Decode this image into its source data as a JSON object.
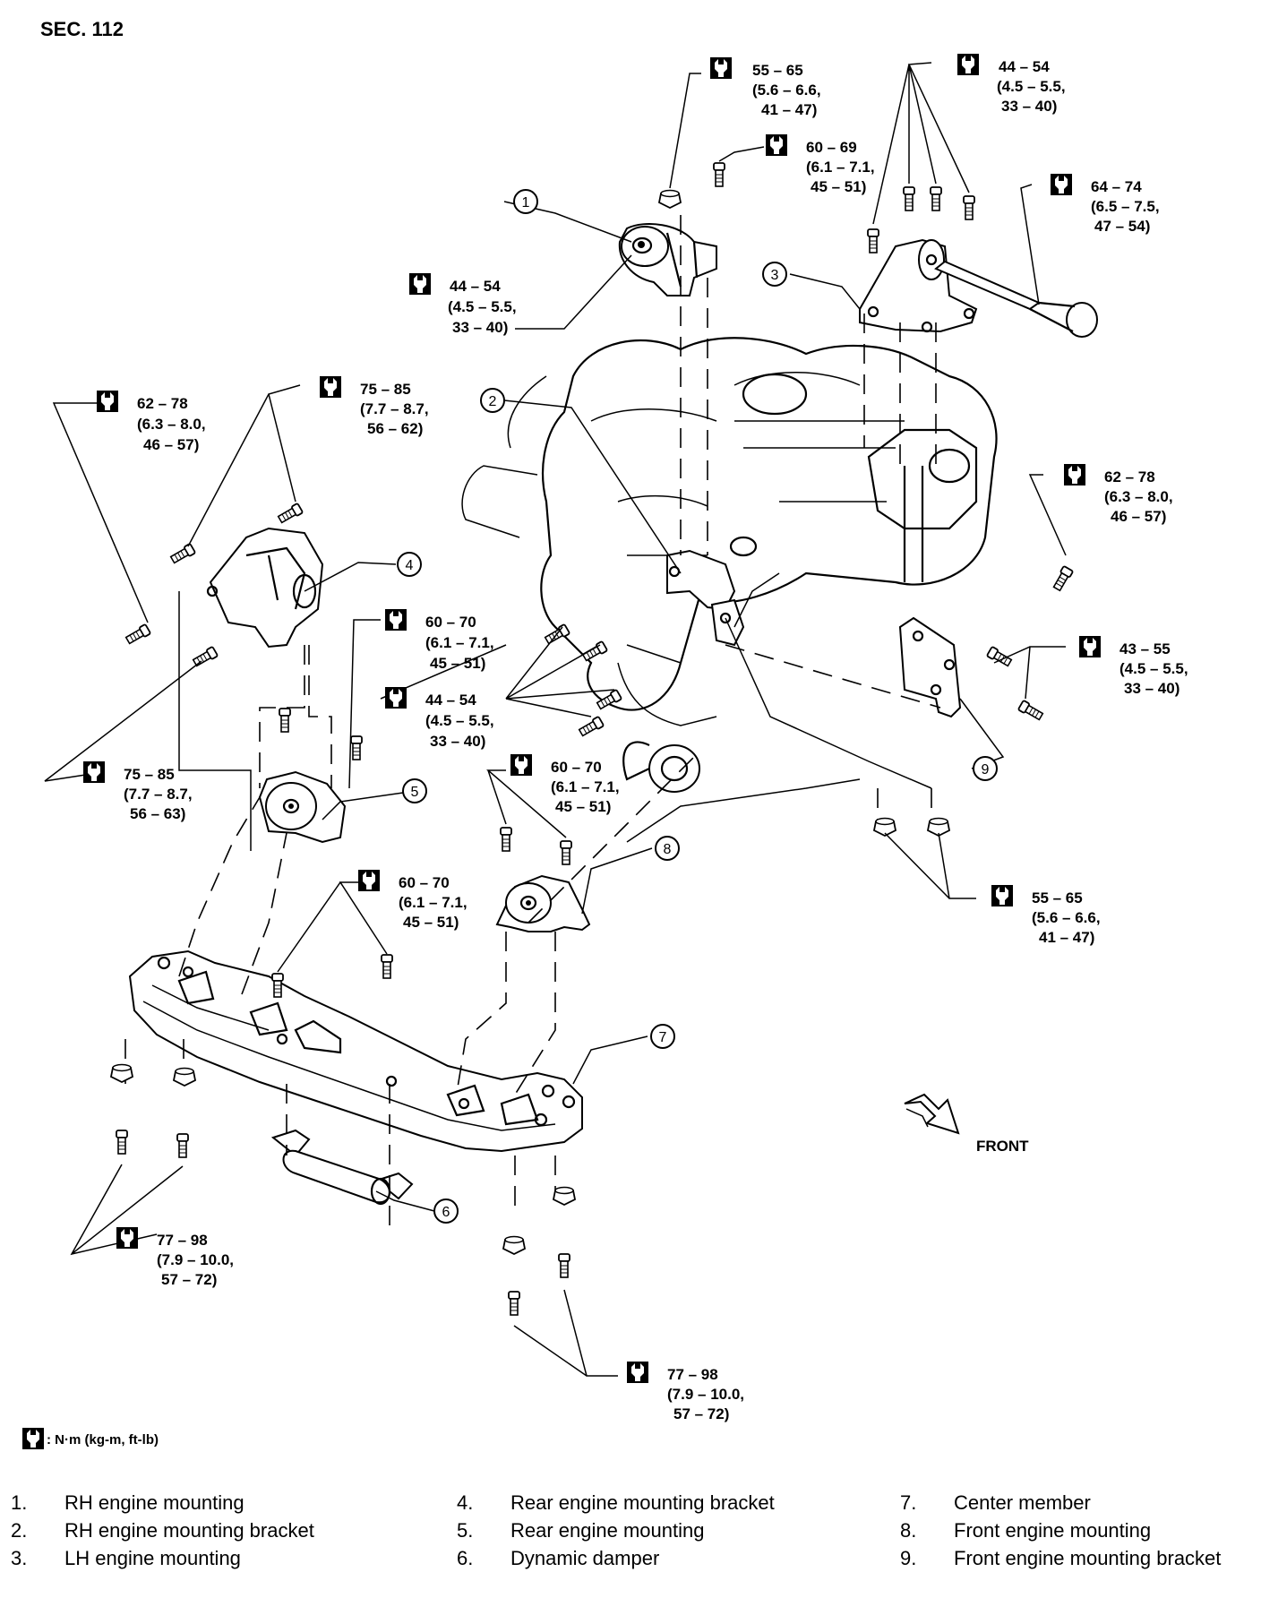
{
  "section": "SEC. 112",
  "unit_note": ": N·m (kg-m, ft-lb)",
  "front_label": "FRONT",
  "icons": [
    "torque-wrench-icon",
    "front-arrow-icon"
  ],
  "callouts": [
    "1",
    "2",
    "3",
    "4",
    "5",
    "6",
    "7",
    "8",
    "9"
  ],
  "torques": [
    {
      "id": "t1",
      "l1": "55 – 65",
      "l2": "(5.6 – 6.6,",
      "l3": "41 – 47)"
    },
    {
      "id": "t2",
      "l1": "60 – 69",
      "l2": "(6.1 – 7.1,",
      "l3": "45 – 51)"
    },
    {
      "id": "t3",
      "l1": "44 – 54",
      "l2": "(4.5 – 5.5,",
      "l3": "33 – 40)"
    },
    {
      "id": "t4",
      "l1": "64 – 74",
      "l2": "(6.5 – 7.5,",
      "l3": "47 – 54)"
    },
    {
      "id": "t5",
      "l1": "44 – 54",
      "l2": "(4.5 – 5.5,",
      "l3": "33 – 40)"
    },
    {
      "id": "t6",
      "l1": "62 – 78",
      "l2": "(6.3 – 8.0,",
      "l3": "46 – 57)"
    },
    {
      "id": "t7",
      "l1": "75 – 85",
      "l2": "(7.7 – 8.7,",
      "l3": "56 – 62)"
    },
    {
      "id": "t8",
      "l1": "62 – 78",
      "l2": "(6.3 – 8.0,",
      "l3": "46 – 57)"
    },
    {
      "id": "t9",
      "l1": "60 – 70",
      "l2": "(6.1 – 7.1,",
      "l3": "45 – 51)"
    },
    {
      "id": "t10",
      "l1": "44 – 54",
      "l2": "(4.5 – 5.5,",
      "l3": "33 – 40)"
    },
    {
      "id": "t11",
      "l1": "43 – 55",
      "l2": "(4.5 – 5.5,",
      "l3": "33 – 40)"
    },
    {
      "id": "t12",
      "l1": "75 – 85",
      "l2": "(7.7 – 8.7,",
      "l3": "56 – 63)"
    },
    {
      "id": "t13",
      "l1": "60 – 70",
      "l2": "(6.1 – 7.1,",
      "l3": "45 – 51)"
    },
    {
      "id": "t14",
      "l1": "60 – 70",
      "l2": "(6.1 – 7.1,",
      "l3": "45 – 51)"
    },
    {
      "id": "t15",
      "l1": "55 – 65",
      "l2": "(5.6 – 6.6,",
      "l3": "41 – 47)"
    },
    {
      "id": "t16",
      "l1": "77 – 98",
      "l2": "(7.9 – 10.0,",
      "l3": "57 – 72)"
    },
    {
      "id": "t17",
      "l1": "77 – 98",
      "l2": "(7.9 – 10.0,",
      "l3": "57 – 72)"
    }
  ],
  "legend": [
    {
      "num": "1.",
      "label": "RH engine mounting"
    },
    {
      "num": "2.",
      "label": "RH engine mounting bracket"
    },
    {
      "num": "3.",
      "label": "LH engine mounting"
    },
    {
      "num": "4.",
      "label": "Rear engine mounting bracket"
    },
    {
      "num": "5.",
      "label": "Rear engine mounting"
    },
    {
      "num": "6.",
      "label": "Dynamic damper"
    },
    {
      "num": "7.",
      "label": "Center member"
    },
    {
      "num": "8.",
      "label": "Front engine mounting"
    },
    {
      "num": "9.",
      "label": "Front engine mounting bracket"
    }
  ]
}
